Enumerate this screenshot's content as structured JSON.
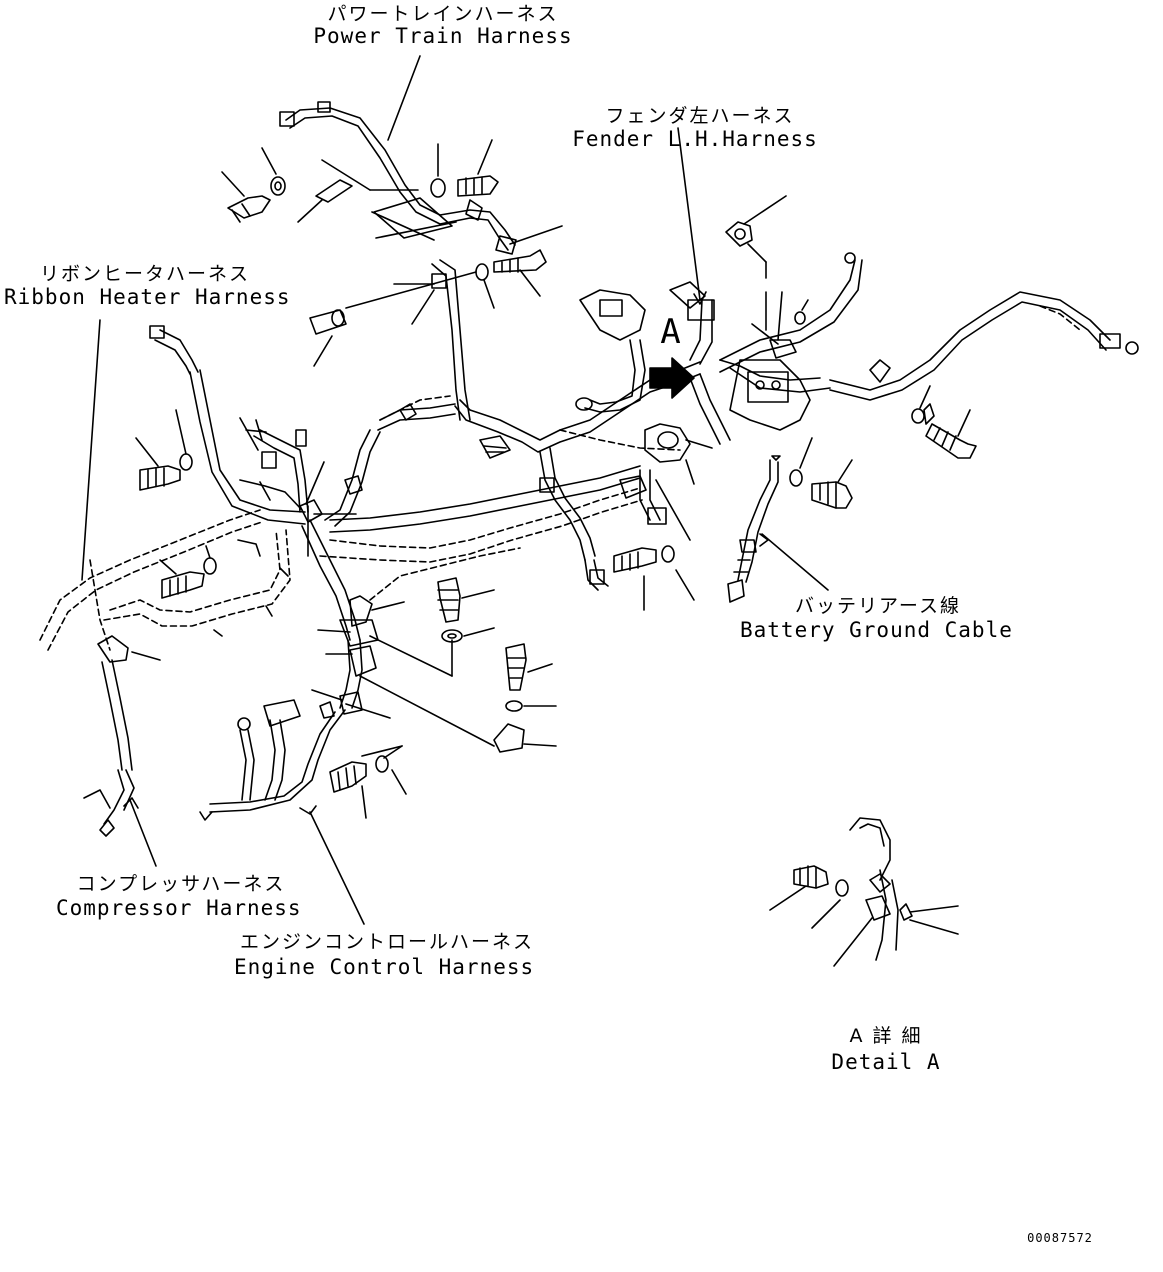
{
  "labels": {
    "power_train": {
      "jp": "パワートレインハーネス",
      "en": "Power Train Harness"
    },
    "fender_lh": {
      "jp": "フェンダ左ハーネス",
      "en": "Fender L.H.Harness"
    },
    "ribbon_heater": {
      "jp": "リボンヒータハーネス",
      "en": "Ribbon Heater Harness"
    },
    "battery_ground": {
      "jp": "バッテリアース線",
      "en": "Battery Ground Cable"
    },
    "compressor": {
      "jp": "コンプレッサハーネス",
      "en": "Compressor Harness"
    },
    "engine_control": {
      "jp": "エンジンコントロールハーネス",
      "en": "Engine Control Harness"
    },
    "detail_a": {
      "jp": "A 詳 細",
      "en": "Detail A"
    },
    "view_marker": "A",
    "doc_number": "00087572"
  }
}
